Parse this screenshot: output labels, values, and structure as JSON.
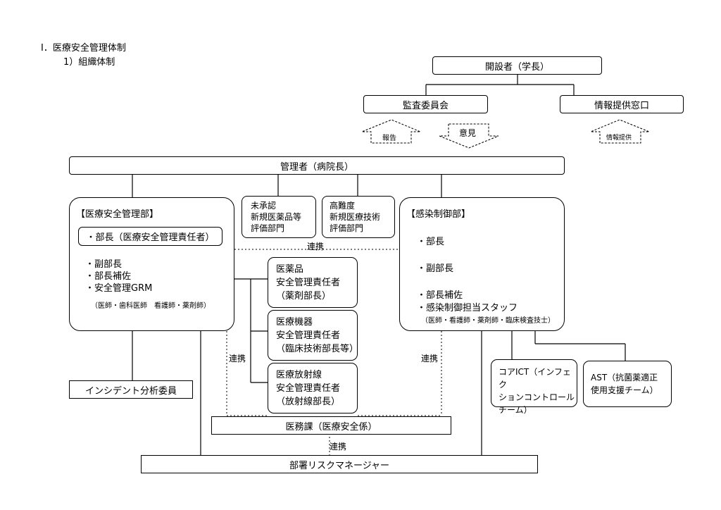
{
  "heading": {
    "title": "Ⅰ．医療安全管理体制",
    "subtitle": "1）組織体制"
  },
  "founder": "開設者（学長）",
  "audit_committee": "監査委員会",
  "info_window": "情報提供窓口",
  "arrows": {
    "report": "報告",
    "opinion": "意見",
    "info_provide": "情報提供"
  },
  "administrator": "管理者（病院長）",
  "medical_safety_dept": {
    "title": "【医療安全管理部】",
    "head": "・部長（医療安全管理責任者）",
    "items": [
      "・副部長",
      "・部長補佐",
      "・安全管理GRM"
    ],
    "note": "（医師・歯科医師　看護師・薬剤師）"
  },
  "unapproved_drugs": [
    "未承認",
    "新規医薬品等",
    "評価部門"
  ],
  "advanced_tech": [
    "高難度",
    "新規医療技術",
    "評価部門"
  ],
  "infection_dept": {
    "title": "【感染制御部】",
    "items": [
      "・部長",
      "・副部長",
      "・部長補佐",
      "・感染制御担当スタッフ"
    ],
    "note": "（医師・看護師・薬剤師・臨床検査技士）"
  },
  "pharma_manager": [
    "医薬品",
    "安全管理責任者",
    "（薬剤部長）"
  ],
  "device_manager": [
    "医療機器",
    "安全管理責任者",
    "（臨床技術部長等）"
  ],
  "radiation_manager": [
    "医療放射線",
    "安全管理責任者",
    "（放射線部長）"
  ],
  "incident_committee": "インシデント分析委員",
  "core_ict": [
    "コアICT（インフェク",
    "ションコントロール",
    "チーム）"
  ],
  "ast": [
    "AST（抗菌薬適正",
    "使用支援チーム）"
  ],
  "medical_affairs": "医務課（医療安全係）",
  "dept_risk_manager": "部署リスクマネージャー",
  "cooperation_labels": {
    "top": "連携",
    "left": "連携",
    "right": "連携",
    "bottom": "連携"
  }
}
